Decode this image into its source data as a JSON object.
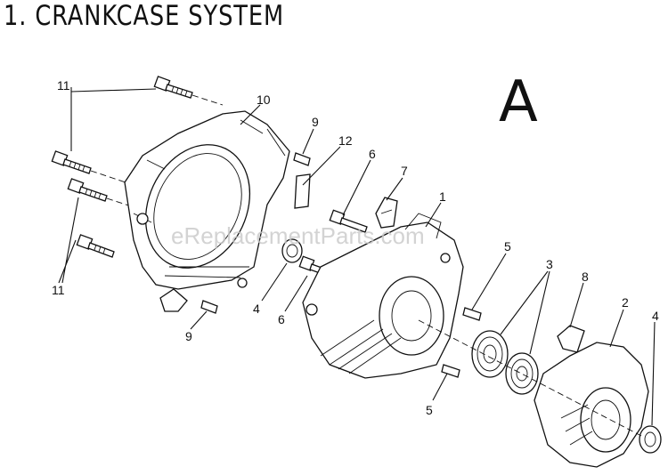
{
  "title": "1. CRANKCASE SYSTEM",
  "section_letter": "A",
  "watermark": "eReplacementParts.com",
  "callouts": [
    {
      "id": "c11a",
      "text": "11"
    },
    {
      "id": "c10",
      "text": "10"
    },
    {
      "id": "c9a",
      "text": "9"
    },
    {
      "id": "c12",
      "text": "12"
    },
    {
      "id": "c6a",
      "text": "6"
    },
    {
      "id": "c7",
      "text": "7"
    },
    {
      "id": "c1",
      "text": "1"
    },
    {
      "id": "c5a",
      "text": "5"
    },
    {
      "id": "c3",
      "text": "3"
    },
    {
      "id": "c8",
      "text": "8"
    },
    {
      "id": "c2",
      "text": "2"
    },
    {
      "id": "c4a",
      "text": "4"
    },
    {
      "id": "c11b",
      "text": "11"
    },
    {
      "id": "c4b",
      "text": "4"
    },
    {
      "id": "c6b",
      "text": "6"
    },
    {
      "id": "c9b",
      "text": "9"
    },
    {
      "id": "c5b",
      "text": "5"
    }
  ]
}
